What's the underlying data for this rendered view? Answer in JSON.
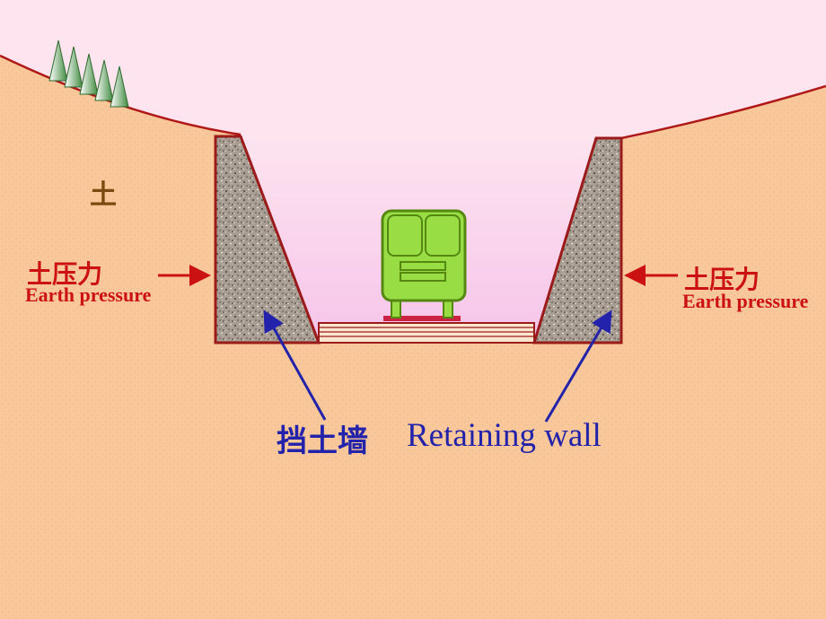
{
  "labels": {
    "soil": "土",
    "earth_pressure_cn_left": "土压力",
    "earth_pressure_en_left": "Earth pressure",
    "earth_pressure_cn_right": "土压力",
    "earth_pressure_en_right": "Earth pressure",
    "retaining_wall_cn": "挡土墙",
    "retaining_wall_en": "Retaining wall"
  },
  "colors": {
    "sky": "#fde4ef",
    "soil": "#f8c89a",
    "wall_outline": "#9b1a1a",
    "gravel": "#a49a8f",
    "pressure_arrow": "#cc1111",
    "pointer_arrow": "#2222aa",
    "vehicle_body": "#99dd44",
    "vehicle_outline": "#558811"
  },
  "icons": {
    "trees": "tree-icon",
    "vehicle": "vehicle-icon"
  }
}
